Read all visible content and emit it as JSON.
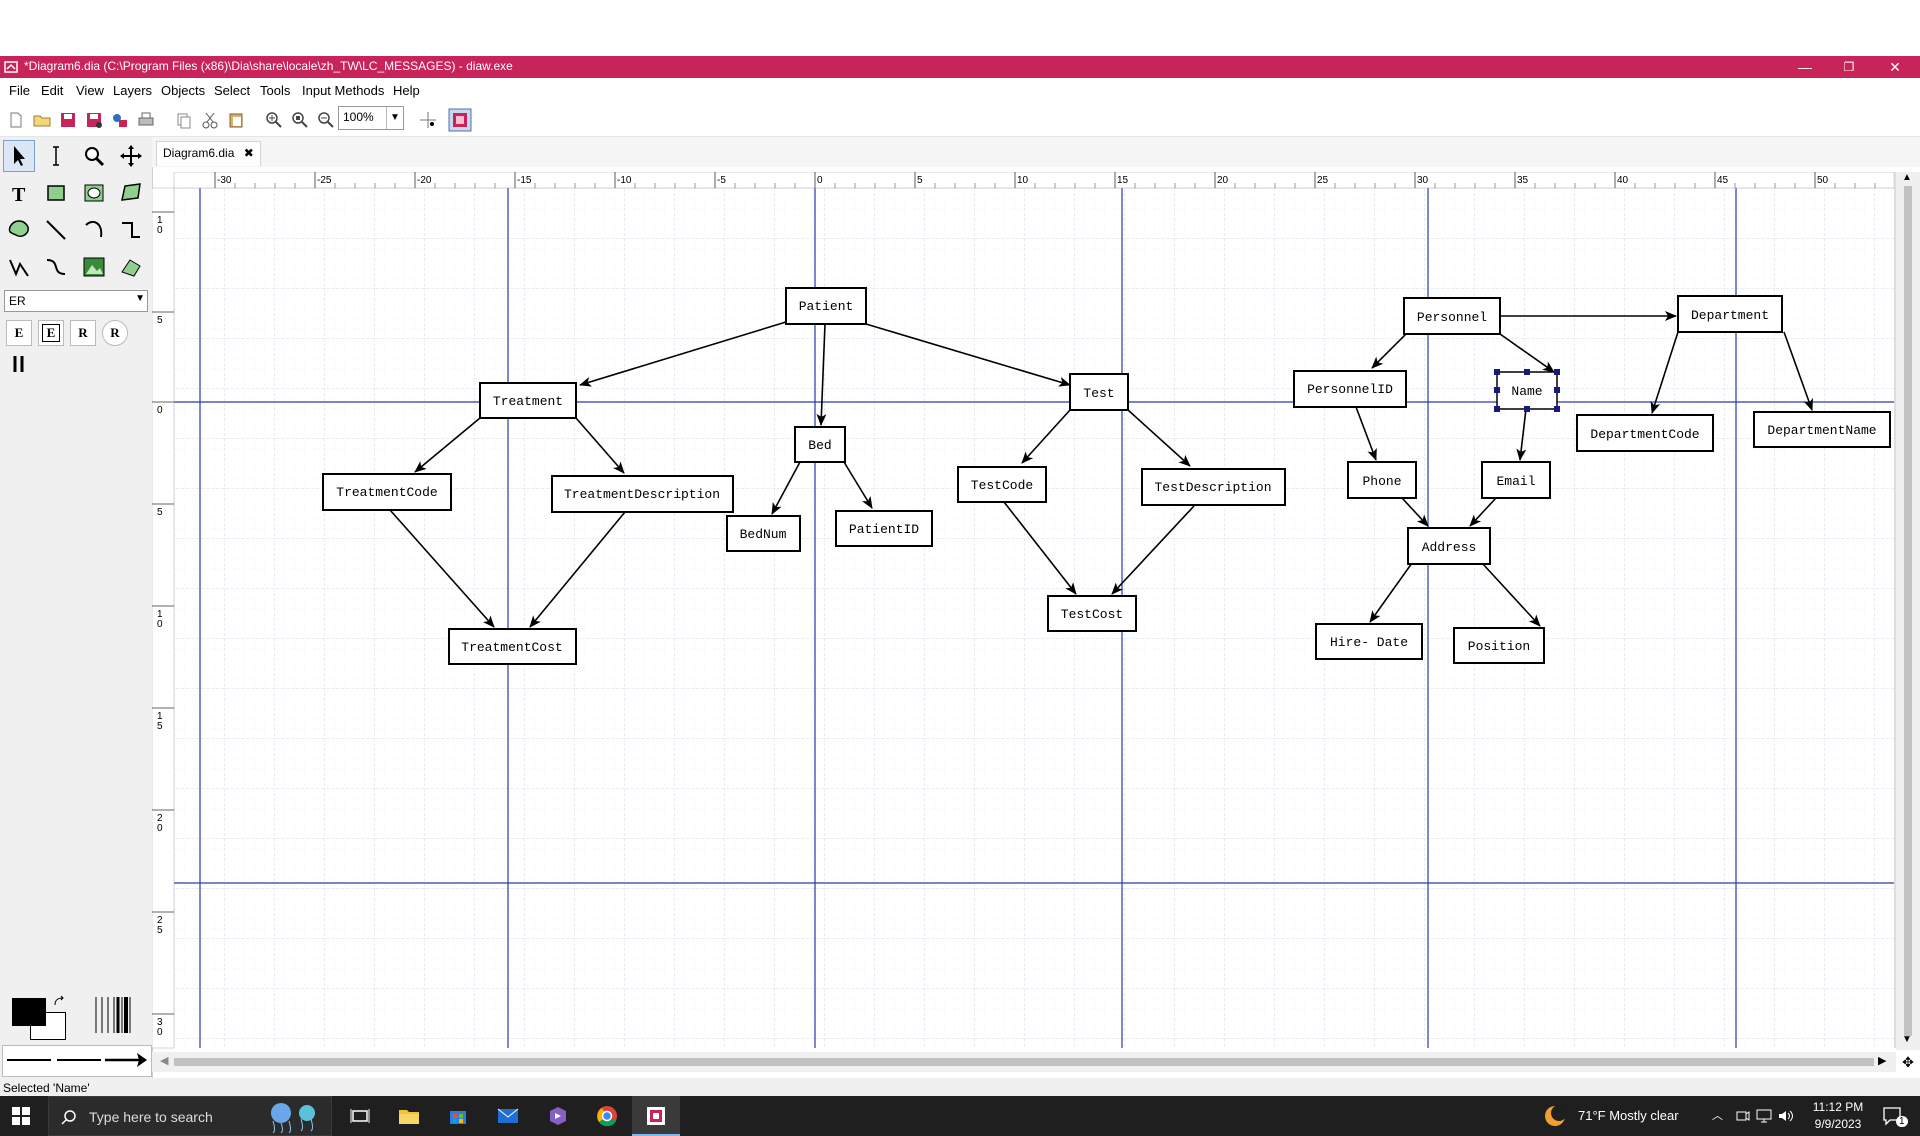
{
  "window": {
    "title": "*Diagram6.dia (C:\\Program Files (x86)\\Dia\\share\\locale\\zh_TW\\LC_MESSAGES) - diaw.exe",
    "minimize": "—",
    "restore": "❐",
    "close": "✕"
  },
  "menu": [
    "File",
    "Edit",
    "View",
    "Layers",
    "Objects",
    "Select",
    "Tools",
    "Input Methods",
    "Help"
  ],
  "toolbar": {
    "zoom": "100%"
  },
  "toolbox": {
    "sheet": "ER",
    "er_tools": [
      "E",
      "E",
      "R",
      "R"
    ]
  },
  "tab": {
    "label": "Diagram6.dia",
    "close": "✖"
  },
  "ruler": {
    "h_ticks": [
      "-30",
      "-25",
      "-20",
      "-15",
      "-10",
      "-5",
      "0",
      "5",
      "10",
      "15",
      "20",
      "25",
      "30",
      "35",
      "40",
      "45",
      "50"
    ],
    "v_ticks": [
      "10",
      "5",
      "0",
      "5",
      "10",
      "15",
      "20",
      "25",
      "30"
    ]
  },
  "diagram": {
    "entities": [
      {
        "id": "patient",
        "label": "Patient"
      },
      {
        "id": "treatment",
        "label": "Treatment"
      },
      {
        "id": "bed",
        "label": "Bed"
      },
      {
        "id": "test",
        "label": "Test"
      },
      {
        "id": "treatmentcode",
        "label": "TreatmentCode"
      },
      {
        "id": "treatmentdescription",
        "label": "TreatmentDescription"
      },
      {
        "id": "bednum",
        "label": "BedNum"
      },
      {
        "id": "patientid",
        "label": "PatientID"
      },
      {
        "id": "testcode",
        "label": "TestCode"
      },
      {
        "id": "testdescription",
        "label": "TestDescription"
      },
      {
        "id": "treatmentcost",
        "label": "TreatmentCost"
      },
      {
        "id": "testcost",
        "label": "TestCost"
      },
      {
        "id": "personnel",
        "label": "Personnel"
      },
      {
        "id": "department",
        "label": "Department"
      },
      {
        "id": "personnelid",
        "label": "PersonnelID"
      },
      {
        "id": "name",
        "label": "Name"
      },
      {
        "id": "departmentcode",
        "label": "DepartmentCode"
      },
      {
        "id": "departmentname",
        "label": "DepartmentName"
      },
      {
        "id": "phone",
        "label": "Phone"
      },
      {
        "id": "email",
        "label": "Email"
      },
      {
        "id": "address",
        "label": "Address"
      },
      {
        "id": "hiredate",
        "label": "Hire- Date"
      },
      {
        "id": "position",
        "label": "Position"
      }
    ]
  },
  "status": {
    "text": "Selected 'Name'"
  },
  "taskbar": {
    "search_placeholder": "Type here to search",
    "weather": "71°F  Mostly clear",
    "time": "11:12 PM",
    "date": "9/9/2023",
    "notif_count": "1"
  }
}
